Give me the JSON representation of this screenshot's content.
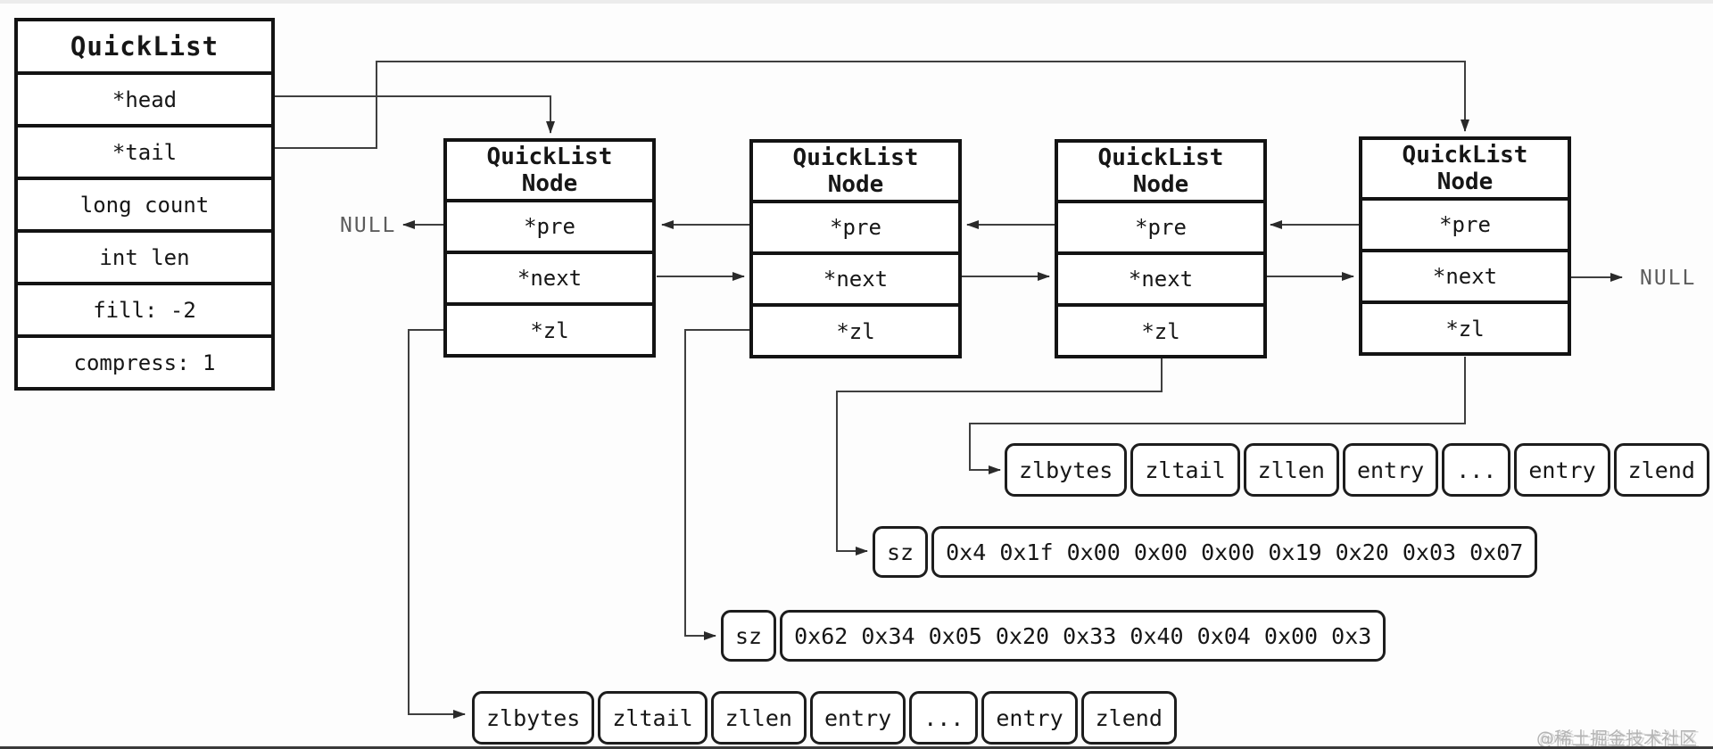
{
  "quicklist": {
    "title": "QuickList",
    "fields": [
      "*head",
      "*tail",
      "long count",
      "int len",
      "fill: -2",
      "compress: 1"
    ]
  },
  "node": {
    "title_line1": "QuickList",
    "title_line2": "Node",
    "fields": [
      "*pre",
      "*next",
      "*zl"
    ]
  },
  "null_left": "NULL",
  "null_right": "NULL",
  "ziplists": {
    "top_row": [
      "zlbytes",
      "zltail",
      "zllen",
      "entry",
      "...",
      "entry",
      "zlend"
    ],
    "sz1": {
      "label": "sz",
      "bytes": "0x4 0x1f 0x00 0x00 0x00 0x19 0x20 0x03 0x07"
    },
    "sz2": {
      "label": "sz",
      "bytes": "0x62 0x34 0x05 0x20 0x33 0x40 0x04 0x00 0x3"
    },
    "bottom_row": [
      "zlbytes",
      "zltail",
      "zllen",
      "entry",
      "...",
      "entry",
      "zlend"
    ]
  },
  "watermark": "@稀土掘金技术社区",
  "colors": {
    "line": "#3f3f3f",
    "border": "#131313",
    "bottom_bar": "#3a3a3a"
  }
}
